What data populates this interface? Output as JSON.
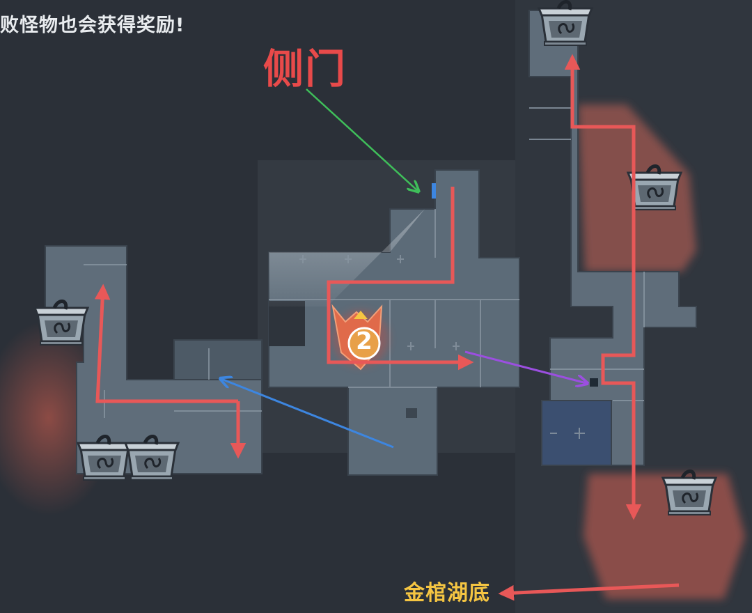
{
  "hint": {
    "text": "败怪物也会获得奖励!"
  },
  "labels": {
    "side_door": "侧门",
    "lake_bottom": "金棺湖底"
  },
  "player": {
    "number": "2"
  },
  "icons": {
    "chest": "treasure-chest-icon",
    "player": "player-marker-icon"
  },
  "colors": {
    "route": "#e85858",
    "green_arrow": "#3fbf5a",
    "blue_arrow": "#3d86e0",
    "purple_arrow": "#9b4fe0",
    "room_floor": "#5c6b78",
    "danger_zone": "#8a4e4a",
    "label_red": "#e84a4a",
    "label_yellow": "#f5c542"
  }
}
